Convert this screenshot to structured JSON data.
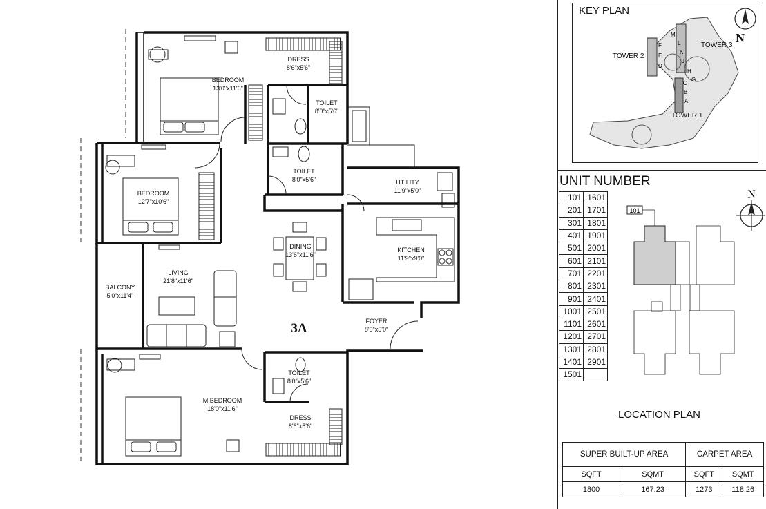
{
  "plan": {
    "unit_type": "3A",
    "rooms": [
      {
        "name": "BEDROOM",
        "size": "13'0\"x11'6\""
      },
      {
        "name": "DRESS",
        "size": "8'6\"x5'6\""
      },
      {
        "name": "TOILET",
        "size": "8'0\"x5'6\""
      },
      {
        "name": "BEDROOM",
        "size": "12'7\"x10'6\""
      },
      {
        "name": "TOILET",
        "size": "8'0\"x5'6\""
      },
      {
        "name": "UTILITY",
        "size": "11'9\"x5'0\""
      },
      {
        "name": "DINING",
        "size": "13'6\"x11'6\""
      },
      {
        "name": "KITCHEN",
        "size": "11'9\"x9'0\""
      },
      {
        "name": "LIVING",
        "size": "21'8\"x11'6\""
      },
      {
        "name": "BALCONY",
        "size": "5'0\"x11'4\""
      },
      {
        "name": "FOYER",
        "size": "8'0\"x5'0\""
      },
      {
        "name": "M.BEDROOM",
        "size": "18'0\"x11'6\""
      },
      {
        "name": "TOILET",
        "size": "8'0\"x5'6\""
      },
      {
        "name": "DRESS",
        "size": "8'6\"x5'6\""
      }
    ]
  },
  "key_plan": {
    "title": "KEY PLAN",
    "north": "N",
    "towers": [
      "TOWER 2",
      "TOWER 3",
      "TOWER 1"
    ],
    "block_letters": [
      "M",
      "L",
      "K",
      "J",
      "H",
      "G",
      "F",
      "E",
      "D",
      "C",
      "B",
      "A"
    ]
  },
  "unit_number": {
    "title": "UNIT NUMBER",
    "rows": [
      [
        "101",
        "1601"
      ],
      [
        "201",
        "1701"
      ],
      [
        "301",
        "1801"
      ],
      [
        "401",
        "1901"
      ],
      [
        "501",
        "2001"
      ],
      [
        "601",
        "2101"
      ],
      [
        "701",
        "2201"
      ],
      [
        "801",
        "2301"
      ],
      [
        "901",
        "2401"
      ],
      [
        "1001",
        "2501"
      ],
      [
        "1101",
        "2601"
      ],
      [
        "1201",
        "2701"
      ],
      [
        "1301",
        "2801"
      ],
      [
        "1401",
        "2901"
      ],
      [
        "1501",
        ""
      ]
    ]
  },
  "location_plan": {
    "title": "LOCATION PLAN",
    "north": "N",
    "highlight_label": "101"
  },
  "area": {
    "super_built_up": {
      "label": "SUPER BUILT-UP AREA",
      "unit1": "SQFT",
      "unit2": "SQMT",
      "val1": "1800",
      "val2": "167.23"
    },
    "carpet": {
      "label": "CARPET AREA",
      "unit1": "SQFT",
      "unit2": "SQMT",
      "val1": "1273",
      "val2": "118.26"
    }
  }
}
